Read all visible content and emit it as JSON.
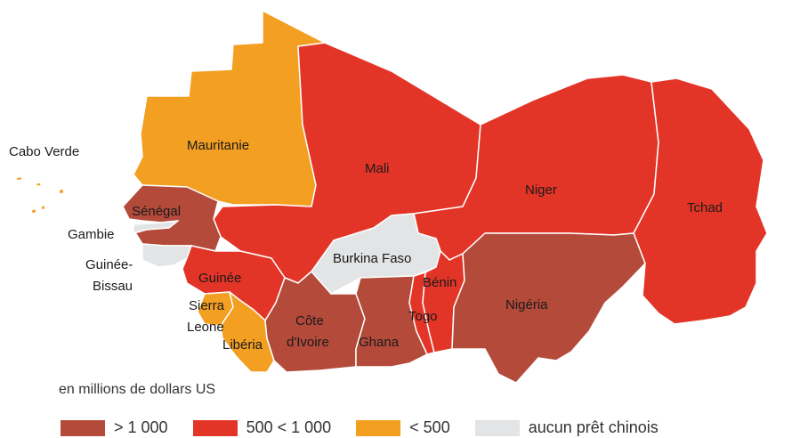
{
  "colors": {
    "gt1000": "#b34a3a",
    "500to1000": "#e33527",
    "lt500": "#f29f22",
    "none": "#e3e4e5"
  },
  "countries": {
    "cabo_verde": "Cabo Verde",
    "mauritanie": "Mauritanie",
    "mali": "Mali",
    "niger": "Niger",
    "tchad": "Tchad",
    "senegal": "Sénégal",
    "gambie": "Gambie",
    "guinee_bissau_1": "Guinée-",
    "guinee_bissau_2": "Bissau",
    "guinee": "Guinée",
    "sierra_leone_1": "Sierra",
    "sierra_leone_2": "Leone",
    "liberia": "Libéria",
    "cote_ivoire_1": "Côte",
    "cote_ivoire_2": "d'Ivoire",
    "burkina_faso": "Burkina Faso",
    "ghana": "Ghana",
    "togo": "Togo",
    "benin": "Bénin",
    "nigeria": "Nigéria"
  },
  "unit_note": "en millions de dollars US",
  "legend": [
    {
      "key": "gt1000",
      "label": "> 1 000"
    },
    {
      "key": "500to1000",
      "label": "500 <  1 000"
    },
    {
      "key": "lt500",
      "label": "< 500"
    },
    {
      "key": "none",
      "label": "aucun prêt chinois"
    }
  ]
}
